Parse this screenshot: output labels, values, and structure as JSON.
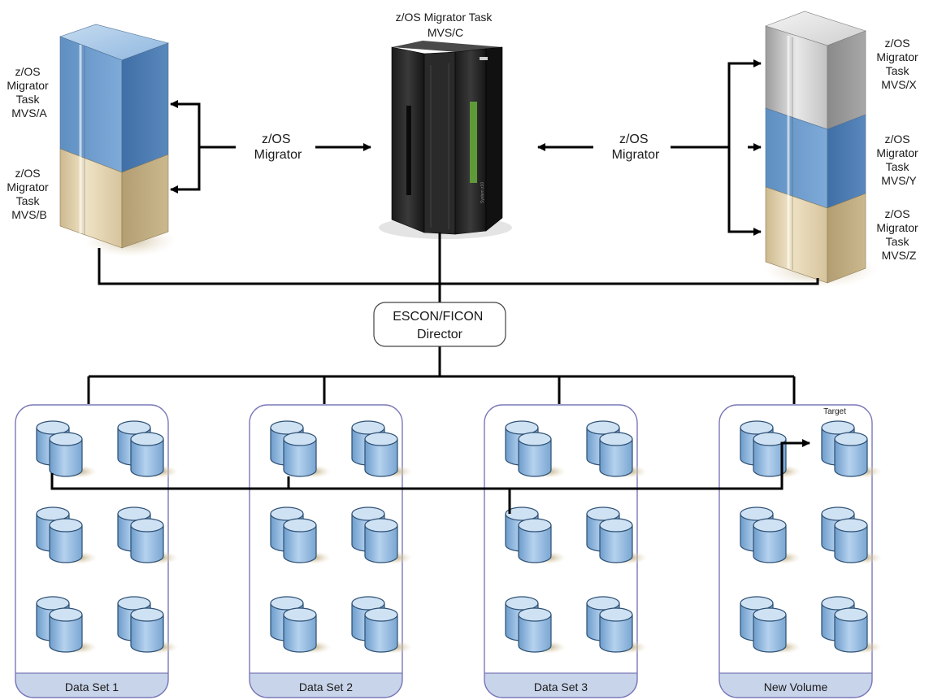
{
  "mainframe": {
    "title_line1": "z/OS Migrator Task",
    "title_line2": "MVS/C",
    "badge": "System z10"
  },
  "left_stack": {
    "segments": [
      {
        "lines": [
          "z/OS",
          "Migrator",
          "Task",
          "MVS/A"
        ]
      },
      {
        "lines": [
          "z/OS",
          "Migrator",
          "Task",
          "MVS/B"
        ]
      }
    ]
  },
  "right_stack": {
    "segments": [
      {
        "lines": [
          "z/OS",
          "Migrator",
          "Task",
          "MVS/X"
        ]
      },
      {
        "lines": [
          "z/OS",
          "Migrator",
          "Task",
          "MVS/Y"
        ]
      },
      {
        "lines": [
          "z/OS",
          "Migrator",
          "Task",
          "MVS/Z"
        ]
      }
    ]
  },
  "left_arrow_label": [
    "z/OS",
    "Migrator"
  ],
  "right_arrow_label": [
    "z/OS",
    "Migrator"
  ],
  "director": [
    "ESCON/FICON",
    "Director"
  ],
  "groups": [
    {
      "label": "Data Set 1"
    },
    {
      "label": "Data Set 2"
    },
    {
      "label": "Data Set 3"
    },
    {
      "label": "New Volume",
      "target_label": "Target"
    }
  ],
  "colors": {
    "blue_face": "#6f9fd0",
    "tan_face": "#d6c49c",
    "grey_face": "#bdbdbd",
    "cylinder_blue": "#8cb4dc",
    "group_border": "#7a78b8",
    "group_footer": "#c8d4ea"
  }
}
